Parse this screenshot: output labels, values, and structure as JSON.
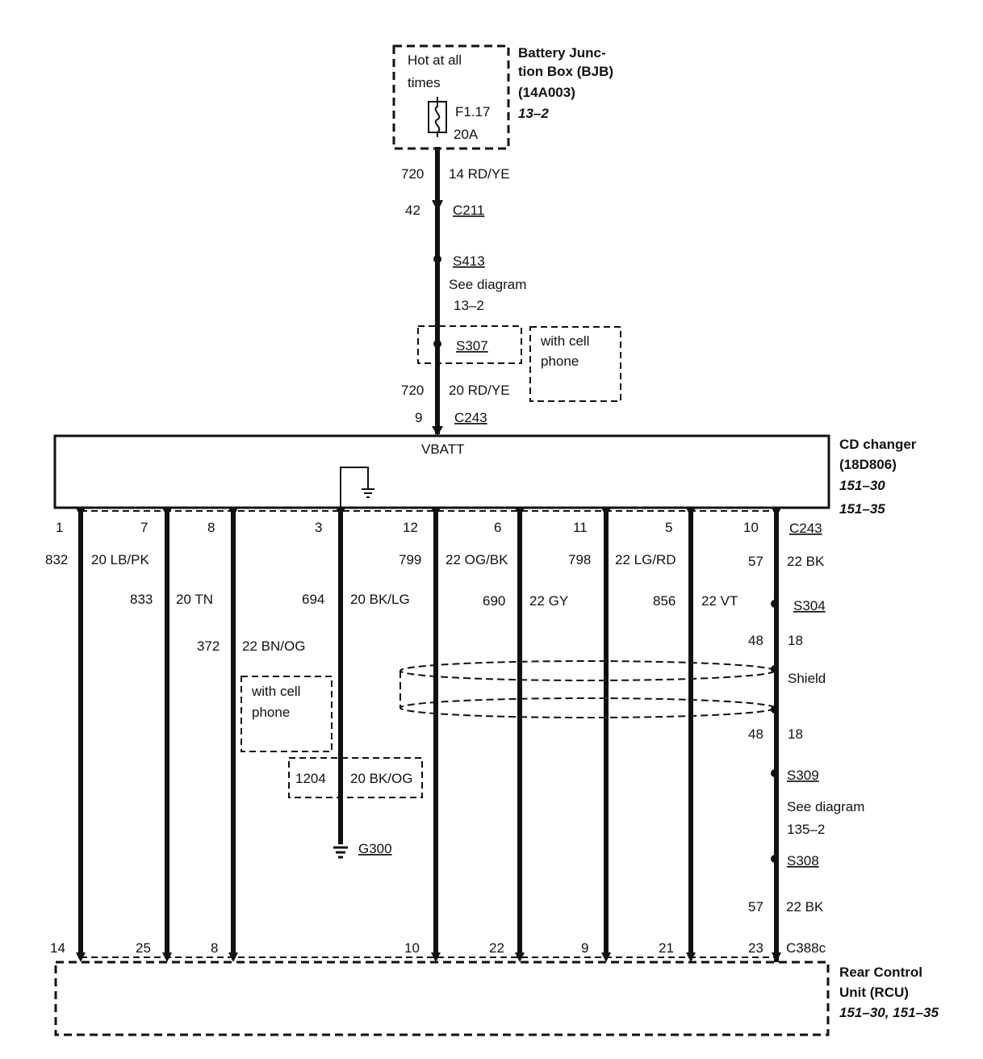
{
  "bjb": {
    "title1": "Battery Junc-",
    "title2": "tion Box (BJB)",
    "part": "(14A003)",
    "ref": "13–2",
    "hot1": "Hot at all",
    "hot2": "times",
    "fuse": "F1.17",
    "amps": "20A"
  },
  "feed": {
    "circuit1": "720",
    "wire1": "14 RD/YE",
    "pin_c211": "42",
    "c211": "C211",
    "s413": "S413",
    "see1": "See diagram",
    "see1_ref": "13–2",
    "s307": "S307",
    "cell1a": "with cell",
    "cell1b": "phone",
    "circuit2": "720",
    "wire2": "20 RD/YE",
    "pin_c243": "9",
    "c243": "C243"
  },
  "cd": {
    "title1": "CD changer",
    "title2": "(18D806)",
    "ref1": "151–30",
    "ref2": "151–35",
    "vbatt": "VBATT",
    "connector": "C243"
  },
  "wires": [
    {
      "pin_top": "1",
      "circuit": "832",
      "color": "20 LB/PK",
      "pin_bottom": "14"
    },
    {
      "pin_top": "7",
      "circuit": "833",
      "color": "20 TN",
      "pin_bottom": "25"
    },
    {
      "pin_top": "8",
      "circuit": "372",
      "color": "22 BN/OG",
      "pin_bottom": "8"
    },
    {
      "pin_top": "3",
      "circuit": "694",
      "color": "20 BK/LG",
      "pin_bottom": ""
    },
    {
      "pin_top": "12",
      "circuit": "799",
      "color": "22 OG/BK",
      "pin_bottom": "10"
    },
    {
      "pin_top": "6",
      "circuit": "690",
      "color": "22 GY",
      "pin_bottom": "22"
    },
    {
      "pin_top": "11",
      "circuit": "798",
      "color": "22 LG/RD",
      "pin_bottom": "9"
    },
    {
      "pin_top": "5",
      "circuit": "856",
      "color": "22 VT",
      "pin_bottom": "21"
    },
    {
      "pin_top": "10",
      "circuit": "57",
      "color": "22 BK",
      "pin_bottom": "23"
    }
  ],
  "ground_branch": {
    "cell2a": "with cell",
    "cell2b": "phone",
    "circuit": "1204",
    "color": "20 BK/OG",
    "ground": "G300"
  },
  "shield_branch": {
    "s304": "S304",
    "c48a": "48",
    "g18a": "18",
    "shield": "Shield",
    "c48b": "48",
    "g18b": "18",
    "s309": "S309",
    "see": "See diagram",
    "see_ref": "135–2",
    "s308": "S308",
    "c57": "57",
    "w57": "22 BK"
  },
  "rcu": {
    "title1": "Rear Control",
    "title2": "Unit (RCU)",
    "ref": "151–30, 151–35",
    "connector": "C388c"
  }
}
